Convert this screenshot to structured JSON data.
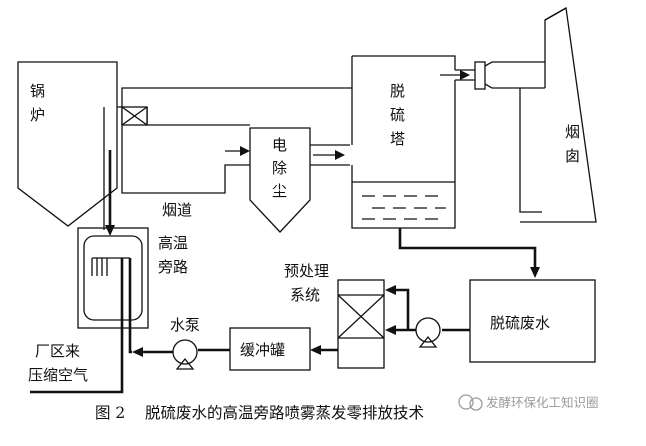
{
  "labels": {
    "boiler": [
      "锅",
      "炉"
    ],
    "precipitator": [
      "电",
      "除",
      "尘"
    ],
    "desulfurization_tower": [
      "脱",
      "硫",
      "塔"
    ],
    "chimney": [
      "烟",
      "囱"
    ],
    "flue": "烟道",
    "high_temp_bypass": [
      "高温",
      "旁路"
    ],
    "pretreatment": [
      "预处理",
      "系统"
    ],
    "desulfurization_wastewater": "脱硫废水",
    "water_pump": "水泵",
    "buffer_tank": "缓冲罐",
    "compressed_air": [
      "厂区来",
      "压缩空气"
    ]
  },
  "caption": "图 2    脱硫废水的高温旁路喷雾蒸发零排放技术",
  "watermark": "发酵环保化工知识圈"
}
